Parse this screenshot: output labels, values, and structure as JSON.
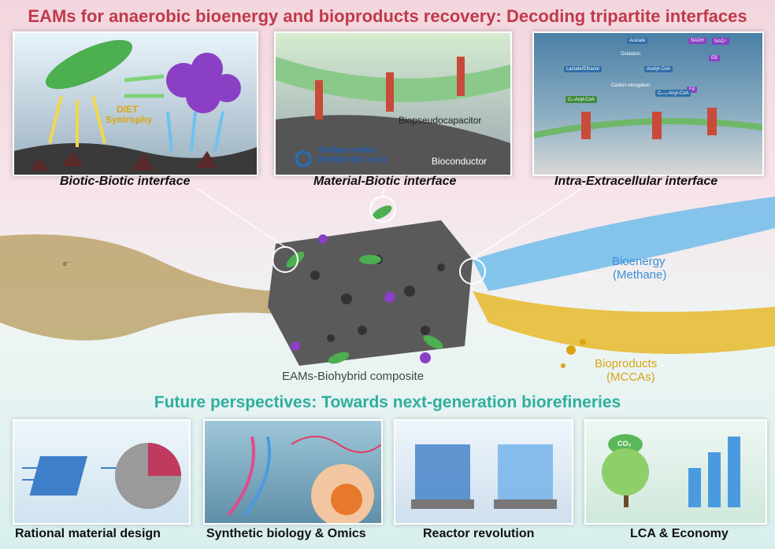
{
  "title": "EAMs for anaerobic bioenergy and bioproducts recovery: Decoding tripartite interfaces",
  "panels": [
    {
      "caption": "Biotic-Biotic interface",
      "labels": [
        "DIET",
        "Syntrophy"
      ]
    },
    {
      "caption": "Material-Biotic interface",
      "labels": [
        "Biopseudocapacitor",
        "Surface redox",
        "(Fe(III)/Fe(II) cycle)",
        "Bioconductor"
      ]
    },
    {
      "caption": "Intra-Extracellular interface",
      "labels": [
        "Acetate",
        "NADH",
        "NAD⁺",
        "Oxidation",
        "Lactate/Ethanol",
        "Acetyl-CoA",
        "EB",
        "Fd",
        "Carbon elongation",
        "Cₙ-Acyl-CoA",
        "Cₙ₊₂-Acyl-CoA"
      ]
    }
  ],
  "center": {
    "composite_label": "EAMs-Biohybrid composite",
    "bioenergy": [
      "Bioenergy",
      "(Methane)"
    ],
    "bioproducts": [
      "Bioproducts",
      "(MCCAs)"
    ],
    "methane_formula": "CH₄",
    "electron_symbol": "e⁻"
  },
  "future_title": "Future perspectives: Towards next-generation biorefineries",
  "future": [
    {
      "caption": "Rational material design"
    },
    {
      "caption": "Synthetic biology & Omics"
    },
    {
      "caption": "Reactor revolution"
    },
    {
      "caption": "LCA & Economy",
      "co2": "CO₂"
    }
  ],
  "colors": {
    "title": "#c0394b",
    "future_title": "#2fae9e",
    "bioenergy": "#3b8fd6",
    "bioproducts": "#d9a514",
    "bacteria": "#4caf50",
    "archaea": "#8a3fc4"
  }
}
